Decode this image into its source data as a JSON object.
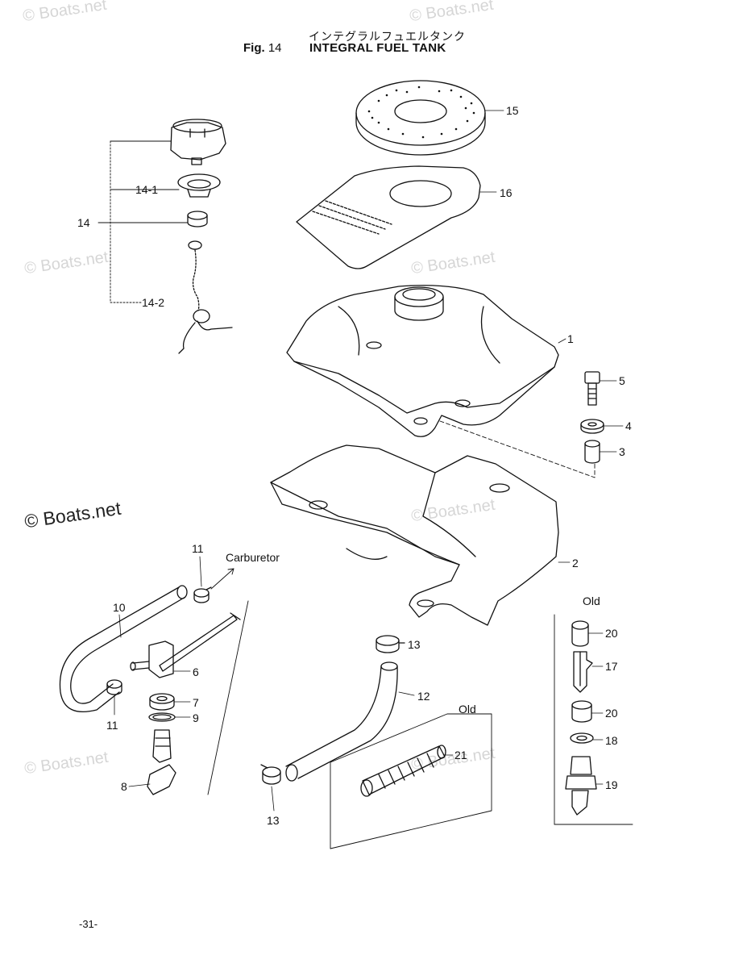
{
  "header": {
    "japanese_title": "インテグラルフュエルタンク",
    "fig_prefix": "Fig.",
    "fig_number": "14",
    "title": "INTEGRAL FUEL TANK"
  },
  "watermarks": {
    "text": "© Boats.net",
    "large_text": "© Boats.net"
  },
  "callouts": {
    "p1": "1",
    "p2": "2",
    "p3": "3",
    "p4": "4",
    "p5": "5",
    "p6": "6",
    "p7": "7",
    "p8": "8",
    "p9": "9",
    "p10": "10",
    "p11a": "11",
    "p11b": "11",
    "p12": "12",
    "p13a": "13",
    "p13b": "13",
    "p14": "14",
    "p14_1": "14-1",
    "p14_2": "14-2",
    "p15": "15",
    "p16": "16",
    "p17": "17",
    "p18": "18",
    "p19": "19",
    "p20a": "20",
    "p20b": "20",
    "p21": "21"
  },
  "notes": {
    "carburetor": "Carburetor",
    "old_right": "Old",
    "old_center": "Old"
  },
  "footer": {
    "page_number": "-31-"
  }
}
